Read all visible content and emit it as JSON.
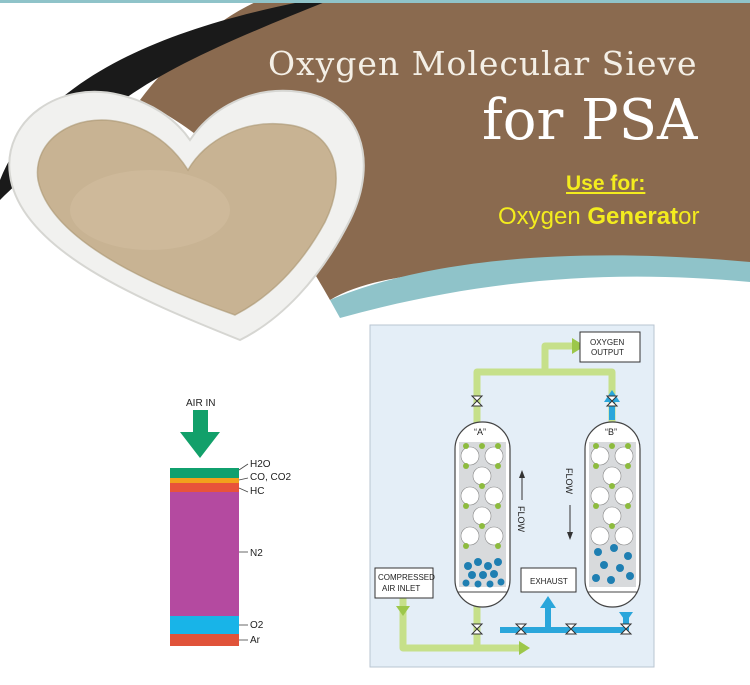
{
  "banner": {
    "title_line1": "Oxygen Molecular Sieve",
    "title_line2": "for PSA",
    "use_for_label": "Use for:",
    "application_part1": "Oxygen ",
    "application_part2": "Generat",
    "application_part3": "or"
  },
  "adsorption_column": {
    "air_in_label": "AIR IN",
    "layers": [
      "H2O",
      "CO, CO2",
      "HC",
      "N2",
      "O2",
      "Ar"
    ]
  },
  "psa_diagram": {
    "oxygen_output_line1": "OXYGEN",
    "oxygen_output_line2": "OUTPUT",
    "tower_a_label": "“A”",
    "tower_b_label": "“B”",
    "flow_label": "FLOW",
    "compressed_air_line1": "COMPRESSED",
    "compressed_air_line2": "AIR INLET",
    "exhaust_label": "EXHAUST"
  },
  "colors": {
    "banner_brown": "#8a6a4f",
    "swoosh_dark": "#1a1a1a",
    "swoosh_teal": "#8fc3c9",
    "accent_yellow": "#f3ec1e",
    "pipe_green": "#c6e08a",
    "pipe_blue": "#2aa6db",
    "column_purple": "#b44aa0",
    "column_cyan": "#18b4e8",
    "arrow_green": "#12a06a"
  }
}
